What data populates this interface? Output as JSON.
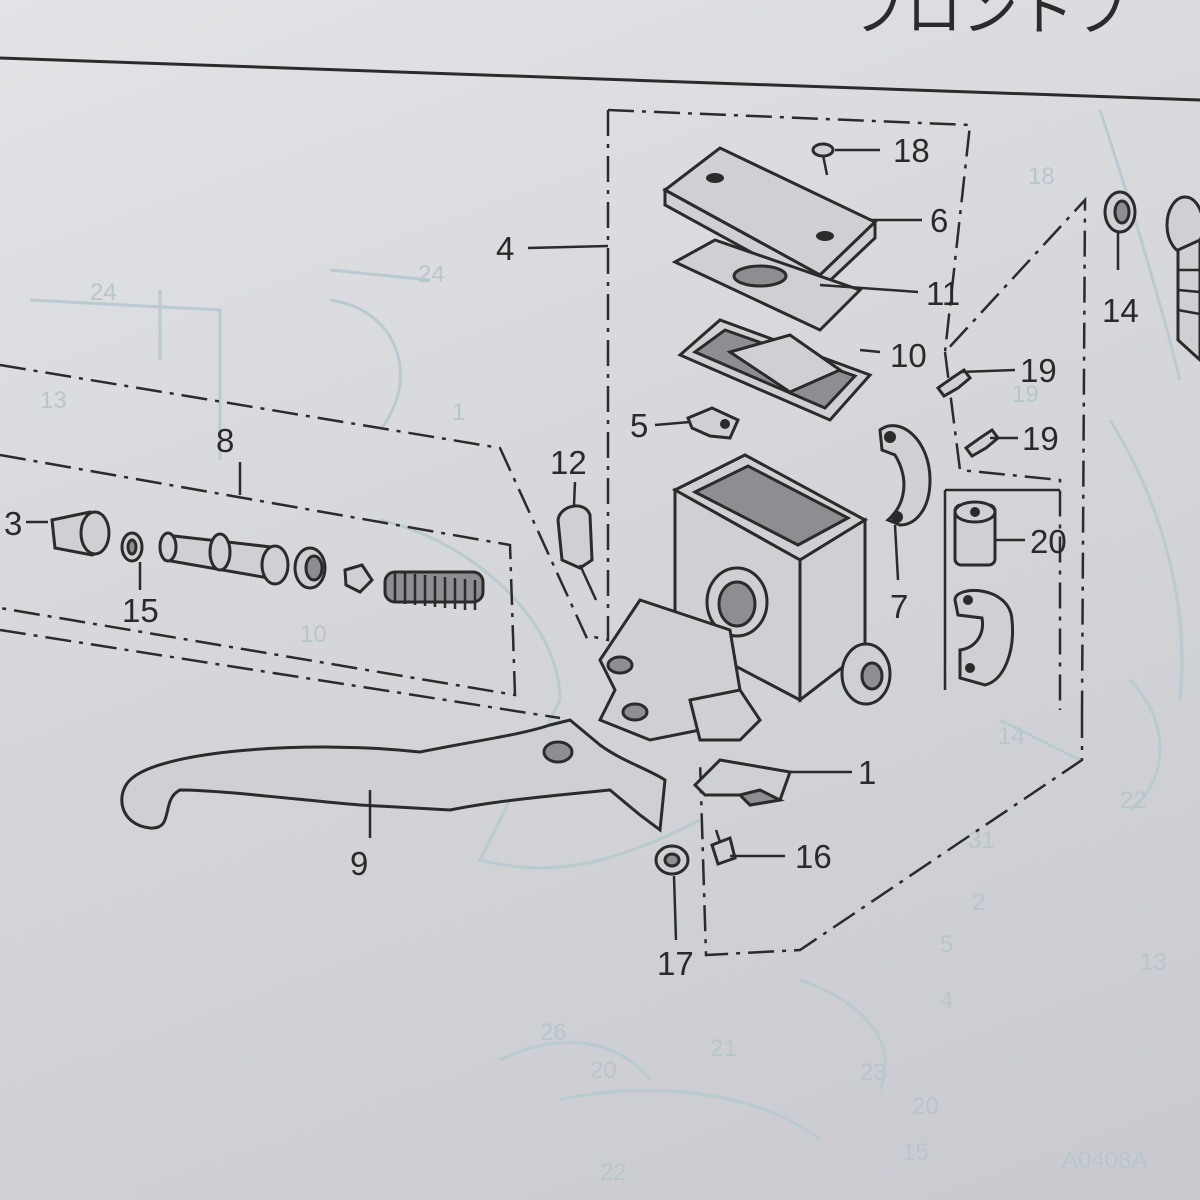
{
  "header": {
    "title": "フロントブ"
  },
  "callouts": [
    {
      "id": "c1",
      "text": "1"
    },
    {
      "id": "c3",
      "text": "3"
    },
    {
      "id": "c4",
      "text": "4"
    },
    {
      "id": "c5",
      "text": "5"
    },
    {
      "id": "c6",
      "text": "6"
    },
    {
      "id": "c7",
      "text": "7"
    },
    {
      "id": "c8",
      "text": "8"
    },
    {
      "id": "c9",
      "text": "9"
    },
    {
      "id": "c10",
      "text": "10"
    },
    {
      "id": "c11",
      "text": "11"
    },
    {
      "id": "c12",
      "text": "12"
    },
    {
      "id": "c14",
      "text": "14"
    },
    {
      "id": "c15",
      "text": "15"
    },
    {
      "id": "c16",
      "text": "16"
    },
    {
      "id": "c17",
      "text": "17"
    },
    {
      "id": "c18",
      "text": "18"
    },
    {
      "id": "c19a",
      "text": "19"
    },
    {
      "id": "c19b",
      "text": "19"
    },
    {
      "id": "c20",
      "text": "20"
    }
  ],
  "background_labels": [
    "24",
    "24",
    "13",
    "10",
    "1",
    "18",
    "19",
    "14",
    "22",
    "31",
    "2",
    "5",
    "4",
    "13",
    "26",
    "21",
    "20",
    "23",
    "22",
    "20",
    "15"
  ],
  "footer_code": "A0408A"
}
